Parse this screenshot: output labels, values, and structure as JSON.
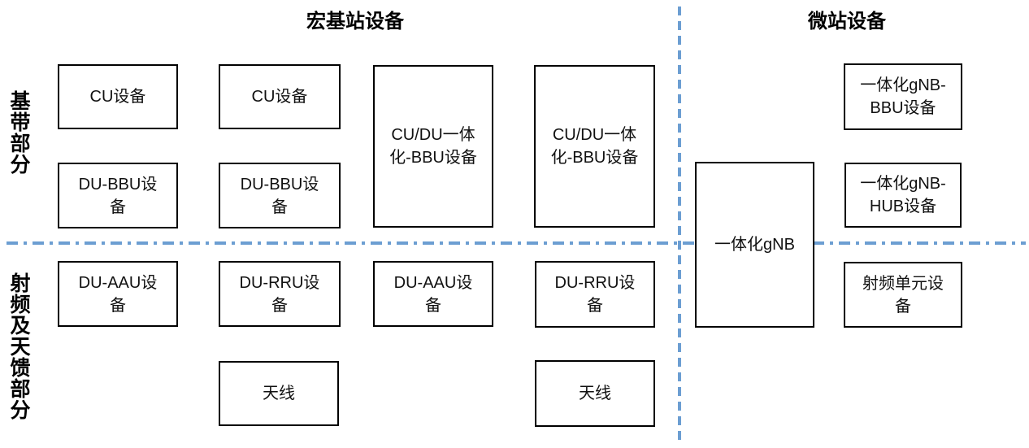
{
  "titles": {
    "macro_header": "宏基站设备",
    "micro_header": "微站设备"
  },
  "side_labels": {
    "baseband": "基带部分",
    "rf_antenna": "射频及天馈部分"
  },
  "colors": {
    "divider_blue": "#6C9ED2",
    "box_border": "#000000",
    "background": "#FFFFFF"
  },
  "boxes": {
    "cu_1": "CU设备",
    "cu_2": "CU设备",
    "cudu_bbu_1": "CU/DU一体\n化-BBU设备",
    "cudu_bbu_2": "CU/DU一体\n化-BBU设备",
    "du_bbu_1": "DU-BBU设\n备",
    "du_bbu_2": "DU-BBU设\n备",
    "du_aau_1": "DU-AAU设\n备",
    "du_rru_1": "DU-RRU设\n备",
    "du_aau_2": "DU-AAU设\n备",
    "du_rru_2": "DU-RRU设\n备",
    "antenna_1": "天线",
    "antenna_2": "天线",
    "integrated_gnb": "一体化gNB",
    "integrated_gnb_bbu": "一体化gNB-\nBBU设备",
    "integrated_gnb_hub": "一体化gNB-\nHUB设备",
    "rf_unit": "射频单元设\n备"
  }
}
